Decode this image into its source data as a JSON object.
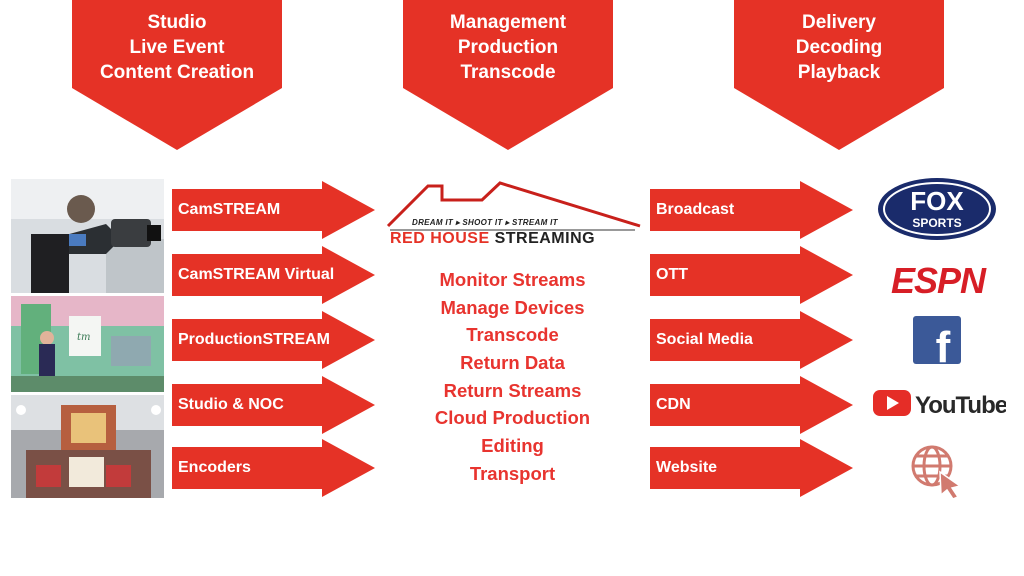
{
  "colors": {
    "accent": "#e53226",
    "text_red": "#e8342f",
    "white": "#ffffff"
  },
  "banners": [
    {
      "lines": [
        "Studio",
        "Live Event",
        "Content Creation"
      ]
    },
    {
      "lines": [
        "Management",
        "Production",
        "Transcode"
      ]
    },
    {
      "lines": [
        "Delivery",
        "Decoding",
        "Playback"
      ]
    }
  ],
  "left_arrows": [
    "CamSTREAM",
    "CamSTREAM Virtual",
    "ProductionSTREAM",
    "Studio & NOC",
    "Encoders"
  ],
  "right_arrows": [
    "Broadcast",
    "OTT",
    "Social Media",
    "CDN",
    "Website"
  ],
  "logo": {
    "tagline": "DREAM IT ▸ SHOOT IT ▸ STREAM IT",
    "name_red": "RED HOUSE",
    "name_dark": "STREAMING"
  },
  "services": [
    "Monitor Streams",
    "Manage Devices",
    "Transcode",
    "Return Data",
    "Return Streams",
    "Cloud Production",
    "Editing",
    "Transport"
  ],
  "photos": [
    "camera-operator-photo",
    "studio-host-photo",
    "live-event-stage-photo"
  ],
  "brands": {
    "fox": {
      "top": "FOX",
      "bottom": "SPORTS"
    },
    "espn": "ESPN",
    "facebook": "f",
    "youtube": "YouTube"
  }
}
